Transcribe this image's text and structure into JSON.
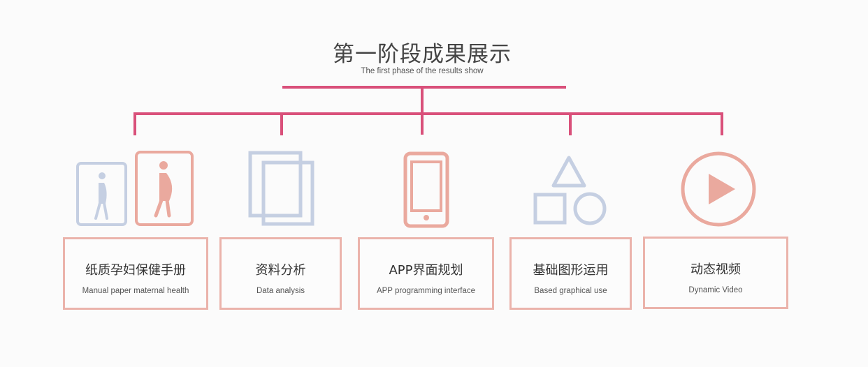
{
  "header": {
    "title": "第一阶段成果展示",
    "subtitle": "The first phase of the results show"
  },
  "colors": {
    "connector": "#d9507a",
    "pink": "#eaa99e",
    "blue": "#c5cfe2",
    "box_border": "#ebb3ab"
  },
  "items": [
    {
      "title": "纸质孕妇保健手册",
      "subtitle": "Manual paper maternal health",
      "icon": "pregnant-woman-icon"
    },
    {
      "title": "资料分析",
      "subtitle": "Data analysis",
      "icon": "stacked-pages-icon"
    },
    {
      "title": "APP界面规划",
      "subtitle": "APP programming interface",
      "icon": "smartphone-icon"
    },
    {
      "title": "基础图形运用",
      "subtitle": "Based graphical use",
      "icon": "shapes-icon"
    },
    {
      "title": "动态视频",
      "subtitle": "Dynamic Video",
      "icon": "play-icon"
    }
  ]
}
